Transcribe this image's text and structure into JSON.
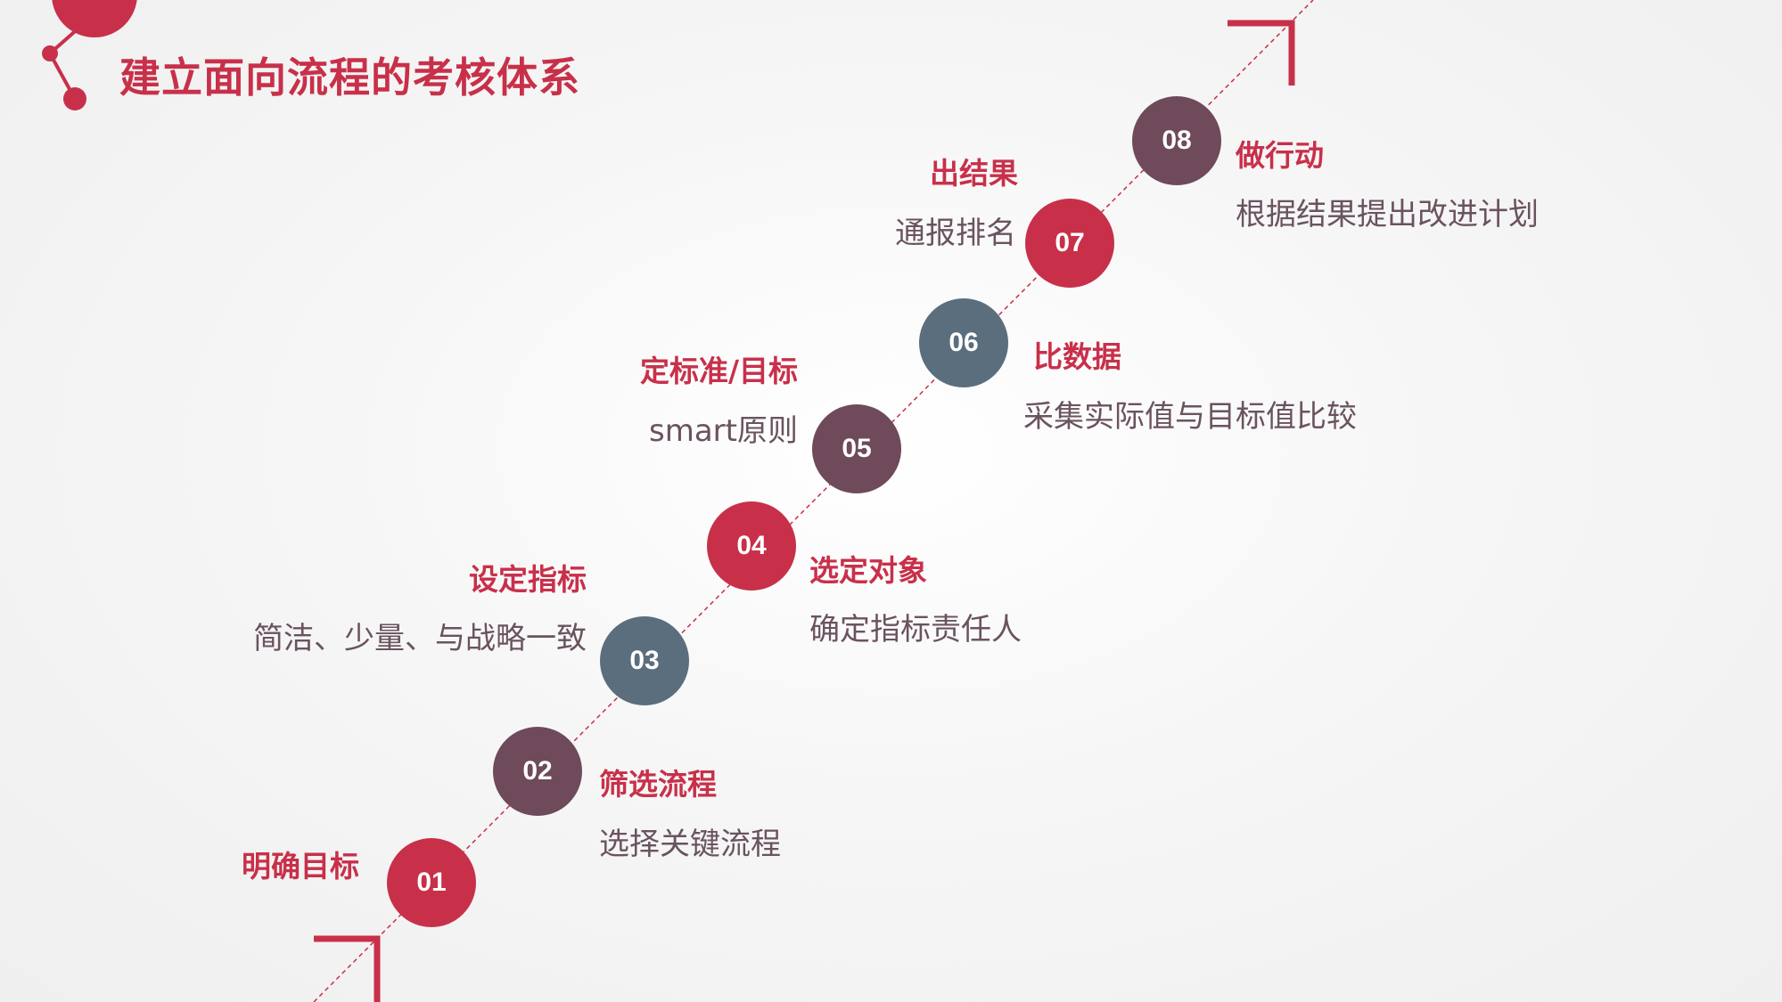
{
  "title": "建立面向流程的考核体系",
  "colors": {
    "red": "#c8304a",
    "plum": "#6e4a5a",
    "slate": "#5a6e7e"
  },
  "steps": [
    {
      "num": "01",
      "label": "明确目标",
      "color": "#c8304a"
    },
    {
      "num": "02",
      "label": "筛选流程",
      "desc": "选择关键流程",
      "color": "#6e4a5a"
    },
    {
      "num": "03",
      "label": "设定指标",
      "desc": "简洁、少量、与战略一致",
      "color": "#5a6e7e"
    },
    {
      "num": "04",
      "label": "选定对象",
      "desc": "确定指标责任人",
      "color": "#c8304a"
    },
    {
      "num": "05",
      "label": "定标准/目标",
      "desc": "smart原则",
      "color": "#6e4a5a"
    },
    {
      "num": "06",
      "label": "比数据",
      "desc": "采集实际值与目标值比较",
      "color": "#5a6e7e"
    },
    {
      "num": "07",
      "label": "出结果",
      "desc": "通报排名",
      "color": "#c8304a"
    },
    {
      "num": "08",
      "label": "做行动",
      "desc": "根据结果提出改进计划",
      "color": "#6e4a5a"
    }
  ]
}
